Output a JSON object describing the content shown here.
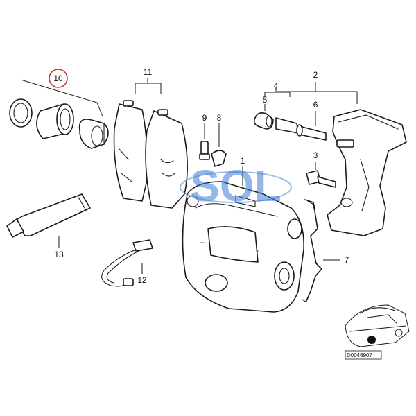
{
  "callouts": {
    "c1": "1",
    "c2": "2",
    "c3": "3",
    "c4": "4",
    "c5": "5",
    "c6": "6",
    "c7": "7",
    "c8": "8",
    "c9": "9",
    "c10": "10",
    "c11": "11",
    "c12": "12",
    "c13": "13"
  },
  "highlighted_callout": "10",
  "watermark": {
    "text": "SOL",
    "color": "#3a7bd5"
  },
  "reference_code": "D0046907",
  "colors": {
    "highlight_circle": "#c0392b",
    "line": "#1a1a1a"
  }
}
